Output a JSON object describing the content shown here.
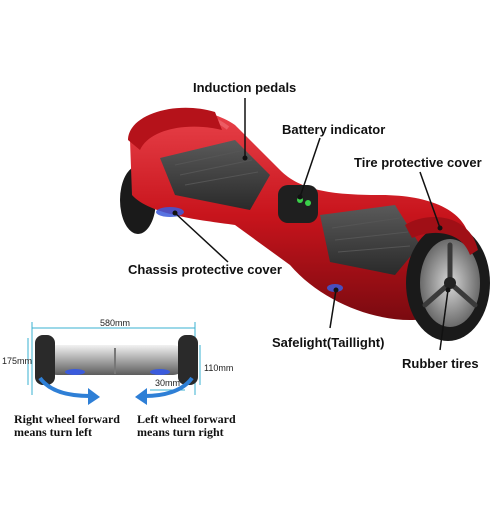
{
  "labels": {
    "induction_pedals": "Induction pedals",
    "battery_indicator": "Battery indicator",
    "tire_protective_cover": "Tire protective cover",
    "chassis_protective_cover": "Chassis protective cover",
    "safelight": "Safelight(Taillight)",
    "rubber_tires": "Rubber tires"
  },
  "dimensions": {
    "length": "580",
    "length_unit": "mm",
    "height": "175",
    "height_unit": "mm",
    "deck_height": "110",
    "deck_height_unit": "mm",
    "clearance": "30",
    "clearance_unit": "mm"
  },
  "captions": {
    "right_line1": "Right wheel forward",
    "right_line2": "means turn left",
    "left_line1": "Left wheel forward",
    "left_line2": "means turn right"
  },
  "colors": {
    "body_red": "#c8141c",
    "pedal_dark": "#3a3a3a",
    "tire_black": "#1a1a1a",
    "light_blue": "#3b5bdc",
    "arrow_blue": "#2e7fd6",
    "dim_line": "#3ab0d0"
  }
}
